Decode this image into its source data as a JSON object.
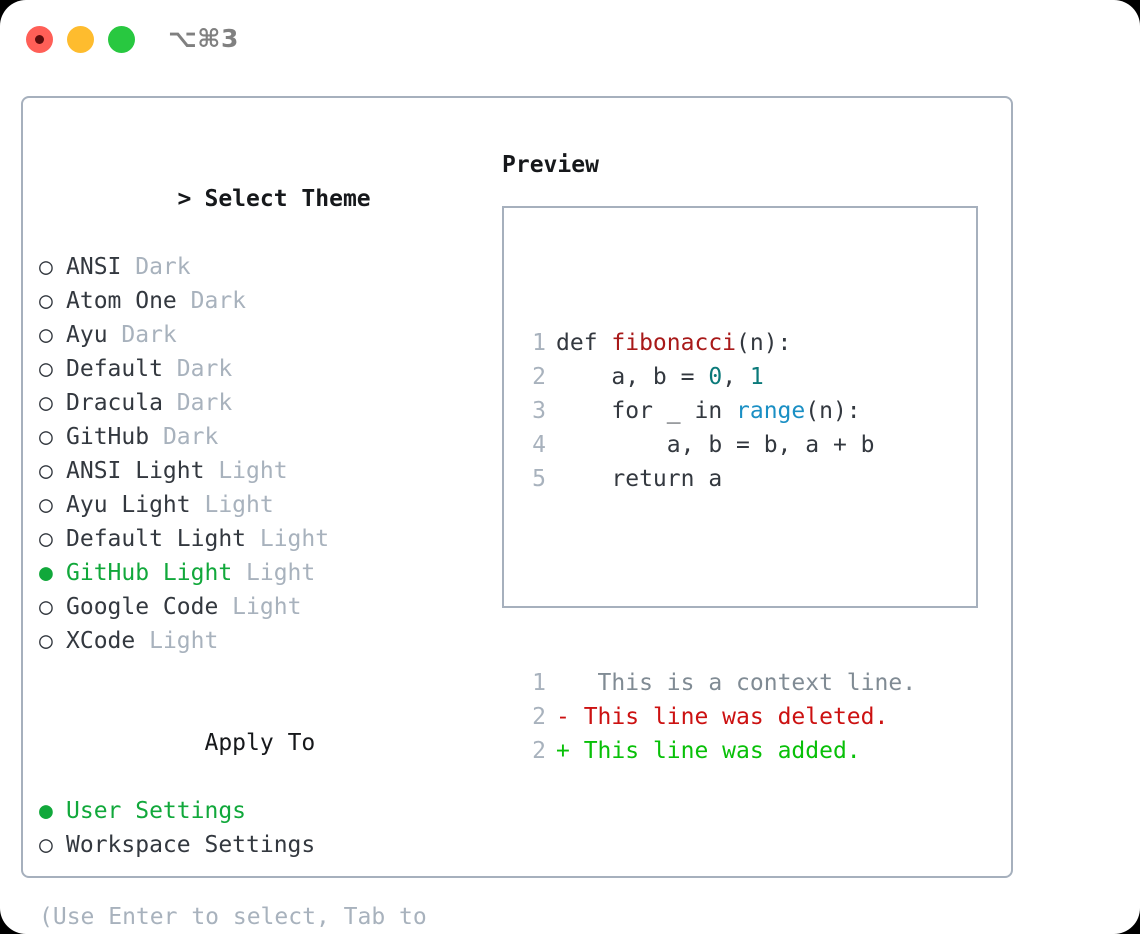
{
  "titlebar": {
    "shortcut": "⌥⌘3",
    "lights": [
      "close",
      "minimize",
      "zoom"
    ]
  },
  "theme_panel": {
    "header": {
      "caret": ">",
      "label": "Select Theme"
    },
    "items": [
      {
        "marker": "○",
        "name": "ANSI",
        "variant": "Dark",
        "selected": false
      },
      {
        "marker": "○",
        "name": "Atom One",
        "variant": "Dark",
        "selected": false
      },
      {
        "marker": "○",
        "name": "Ayu",
        "variant": "Dark",
        "selected": false
      },
      {
        "marker": "○",
        "name": "Default",
        "variant": "Dark",
        "selected": false
      },
      {
        "marker": "○",
        "name": "Dracula",
        "variant": "Dark",
        "selected": false
      },
      {
        "marker": "○",
        "name": "GitHub",
        "variant": "Dark",
        "selected": false
      },
      {
        "marker": "○",
        "name": "ANSI Light",
        "variant": "Light",
        "selected": false
      },
      {
        "marker": "○",
        "name": "Ayu Light",
        "variant": "Light",
        "selected": false
      },
      {
        "marker": "○",
        "name": "Default Light",
        "variant": "Light",
        "selected": false
      },
      {
        "marker": "●",
        "name": "GitHub Light",
        "variant": "Light",
        "selected": true
      },
      {
        "marker": "○",
        "name": "Google Code",
        "variant": "Light",
        "selected": false
      },
      {
        "marker": "○",
        "name": "XCode",
        "variant": "Light",
        "selected": false
      }
    ]
  },
  "apply_to": {
    "heading": "Apply To",
    "options": [
      {
        "marker": "●",
        "label": "User Settings",
        "selected": true
      },
      {
        "marker": "○",
        "label": "Workspace Settings",
        "selected": false
      }
    ]
  },
  "hint": "(Use Enter to select, Tab to change focus)",
  "preview": {
    "title": "Preview",
    "code_lines": [
      {
        "n": "1",
        "tokens": [
          {
            "t": "def ",
            "c": "plain"
          },
          {
            "t": "fibonacci",
            "c": "func"
          },
          {
            "t": "(n):",
            "c": "plain"
          }
        ]
      },
      {
        "n": "2",
        "tokens": [
          {
            "t": "    a, b = ",
            "c": "plain"
          },
          {
            "t": "0",
            "c": "num"
          },
          {
            "t": ", ",
            "c": "plain"
          },
          {
            "t": "1",
            "c": "num"
          }
        ]
      },
      {
        "n": "3",
        "tokens": [
          {
            "t": "    for _ in ",
            "c": "plain"
          },
          {
            "t": "range",
            "c": "call"
          },
          {
            "t": "(n):",
            "c": "plain"
          }
        ]
      },
      {
        "n": "4",
        "tokens": [
          {
            "t": "        a, b = b, a + b",
            "c": "plain"
          }
        ]
      },
      {
        "n": "5",
        "tokens": [
          {
            "t": "    return a",
            "c": "plain"
          }
        ]
      }
    ],
    "diff_lines": [
      {
        "n": "1",
        "sign": " ",
        "text": "  This is a context line.",
        "kind": "ctx"
      },
      {
        "n": "2",
        "sign": "-",
        "text": " This line was deleted.",
        "kind": "del"
      },
      {
        "n": "2",
        "sign": "+",
        "text": " This line was added.",
        "kind": "add"
      }
    ]
  },
  "colors": {
    "accent_green": "#11a83b",
    "diff_add": "#08c008",
    "diff_del": "#cc1111",
    "func": "#a81919",
    "number": "#0b7a7a",
    "call": "#1a8fc4",
    "muted": "#a8b2bd",
    "border": "#a6b0bd",
    "light_red": "#ff5f57",
    "light_yellow": "#febc2e",
    "light_green": "#28c840"
  }
}
